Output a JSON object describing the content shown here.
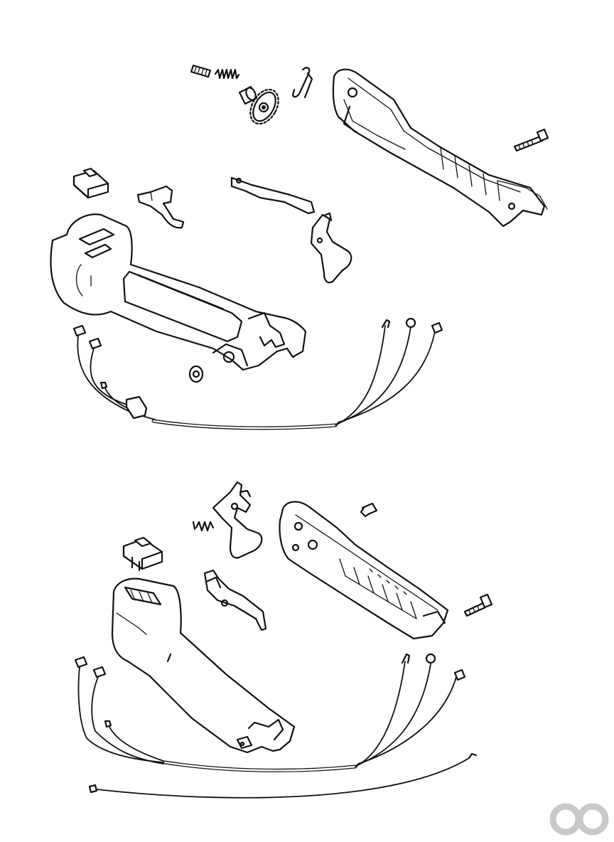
{
  "diagram": {
    "upper_assembly": {
      "parts": [
        "set-screw",
        "compression-spring",
        "bushing",
        "toothed-wheel",
        "hook-clip",
        "handle-housing-half",
        "housing-screw",
        "switch",
        "lock-lever",
        "throttle-rod",
        "throttle-trigger",
        "handle-housing",
        "nut",
        "wiring-harness"
      ]
    },
    "lower_assembly": {
      "parts": [
        "trigger-interlock",
        "torsion-spring",
        "handle-housing-half",
        "housing-screw",
        "housing-screw-lower",
        "switch",
        "throttle-lever",
        "handle-housing",
        "terminal-block",
        "wiring-harness",
        "throttle-cable"
      ]
    },
    "colors": {
      "line": "#111111",
      "paper": "#ffffff",
      "watermark": "#c9c9c9"
    },
    "watermark_icon": "brand-logo-mark"
  }
}
